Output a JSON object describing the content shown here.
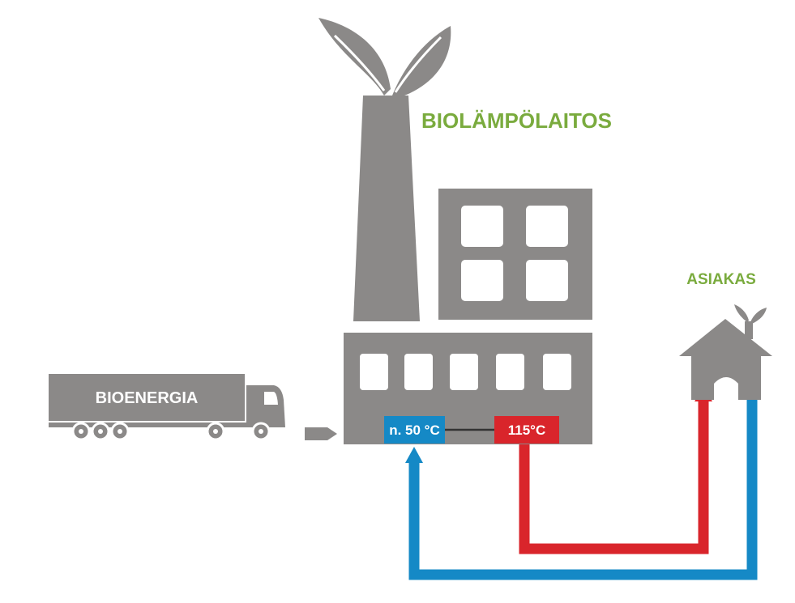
{
  "labels": {
    "plant": "BIOLÄMPÖLAITOS",
    "customer": "ASIAKAS",
    "truck": "BIOENERGIA",
    "return_temp": "n. 50 °C",
    "supply_temp": "115°C"
  },
  "colors": {
    "gray": "#8b8988",
    "green": "#7aab3e",
    "blue": "#1589c6",
    "red": "#d9252b",
    "white": "#ffffff"
  },
  "icons": [
    "leaf-icon",
    "factory-icon",
    "truck-icon",
    "house-icon",
    "arrow-right-icon"
  ]
}
